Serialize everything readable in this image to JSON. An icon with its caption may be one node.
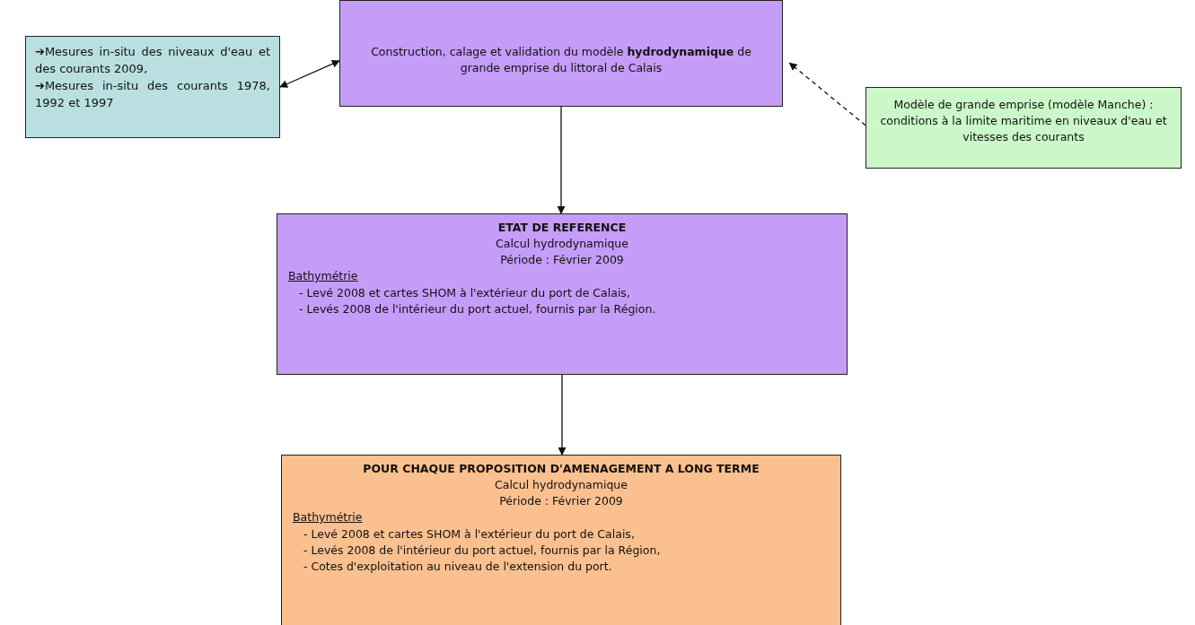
{
  "diagram": {
    "nodes": [
      {
        "text": [
          "➔Mesures in-situ des niveaux d'eau et des courants 2009,",
          "➔Mesures in-situ des courants 1978, 1992 et 1997"
        ]
      },
      {
        "text": [
          "Construction, calage et validation du modèle **hydrodynamique** de grande emprise du littoral de Calais"
        ]
      },
      {
        "text": [
          "Modèle de grande emprise (modèle Manche) : conditions à la limite maritime en niveaux d'eau et vitesses des courants"
        ]
      },
      {
        "text": [
          "ETAT DE REFERENCE",
          "Calcul hydrodynamique",
          "Période : Février 2009",
          "Bathymétrie",
          "- Levé 2008 et cartes SHOM à l'extérieur du port de Calais,",
          "- Levés 2008 de l'intérieur du port actuel, fournis par la Région."
        ]
      },
      {
        "text": [
          "POUR CHAQUE PROPOSITION D'AMENAGEMENT A LONG TERME",
          "Calcul hydrodynamique",
          "Période : Février 2009",
          "Bathymétrie",
          "- Levé 2008 et cartes SHOM à l'extérieur du port de Calais,",
          "- Levés 2008 de l'intérieur du port actuel, fournis par la Région,",
          "- Cotes d'exploitation au niveau de l'extension du port."
        ]
      }
    ],
    "edges": [
      {
        "from": 0,
        "to": 1,
        "arrow": "both"
      },
      {
        "from": 2,
        "to": 1,
        "arrow": "to",
        "style": "dashed"
      },
      {
        "from": 1,
        "to": 3,
        "arrow": "to"
      },
      {
        "from": 3,
        "to": 4,
        "arrow": "to"
      }
    ]
  }
}
